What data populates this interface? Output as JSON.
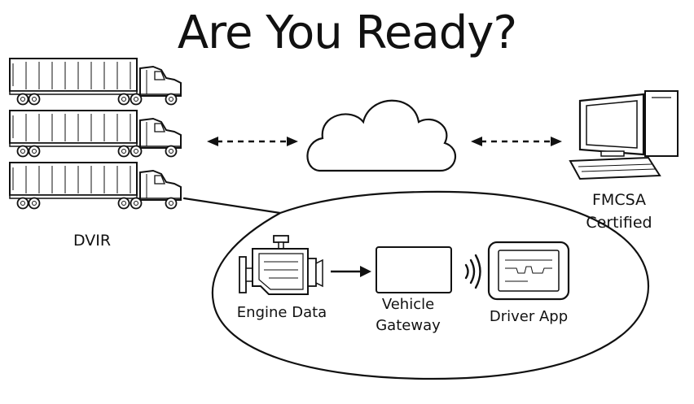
{
  "title": "Are You Ready?",
  "labels": {
    "dvir": "DVIR",
    "fmcsa_line1": "FMCSA",
    "fmcsa_line2": "Certified",
    "engine_data": "Engine Data",
    "vehicle_gateway_line1": "Vehicle",
    "vehicle_gateway_line2": "Gateway",
    "driver_app": "Driver App"
  },
  "icons": [
    "truck-icon",
    "cloud-icon",
    "computer-icon",
    "engine-icon",
    "gateway-icon",
    "wireless-icon",
    "tablet-icon"
  ],
  "colors": {
    "stroke": "#111111",
    "background": "#ffffff"
  }
}
